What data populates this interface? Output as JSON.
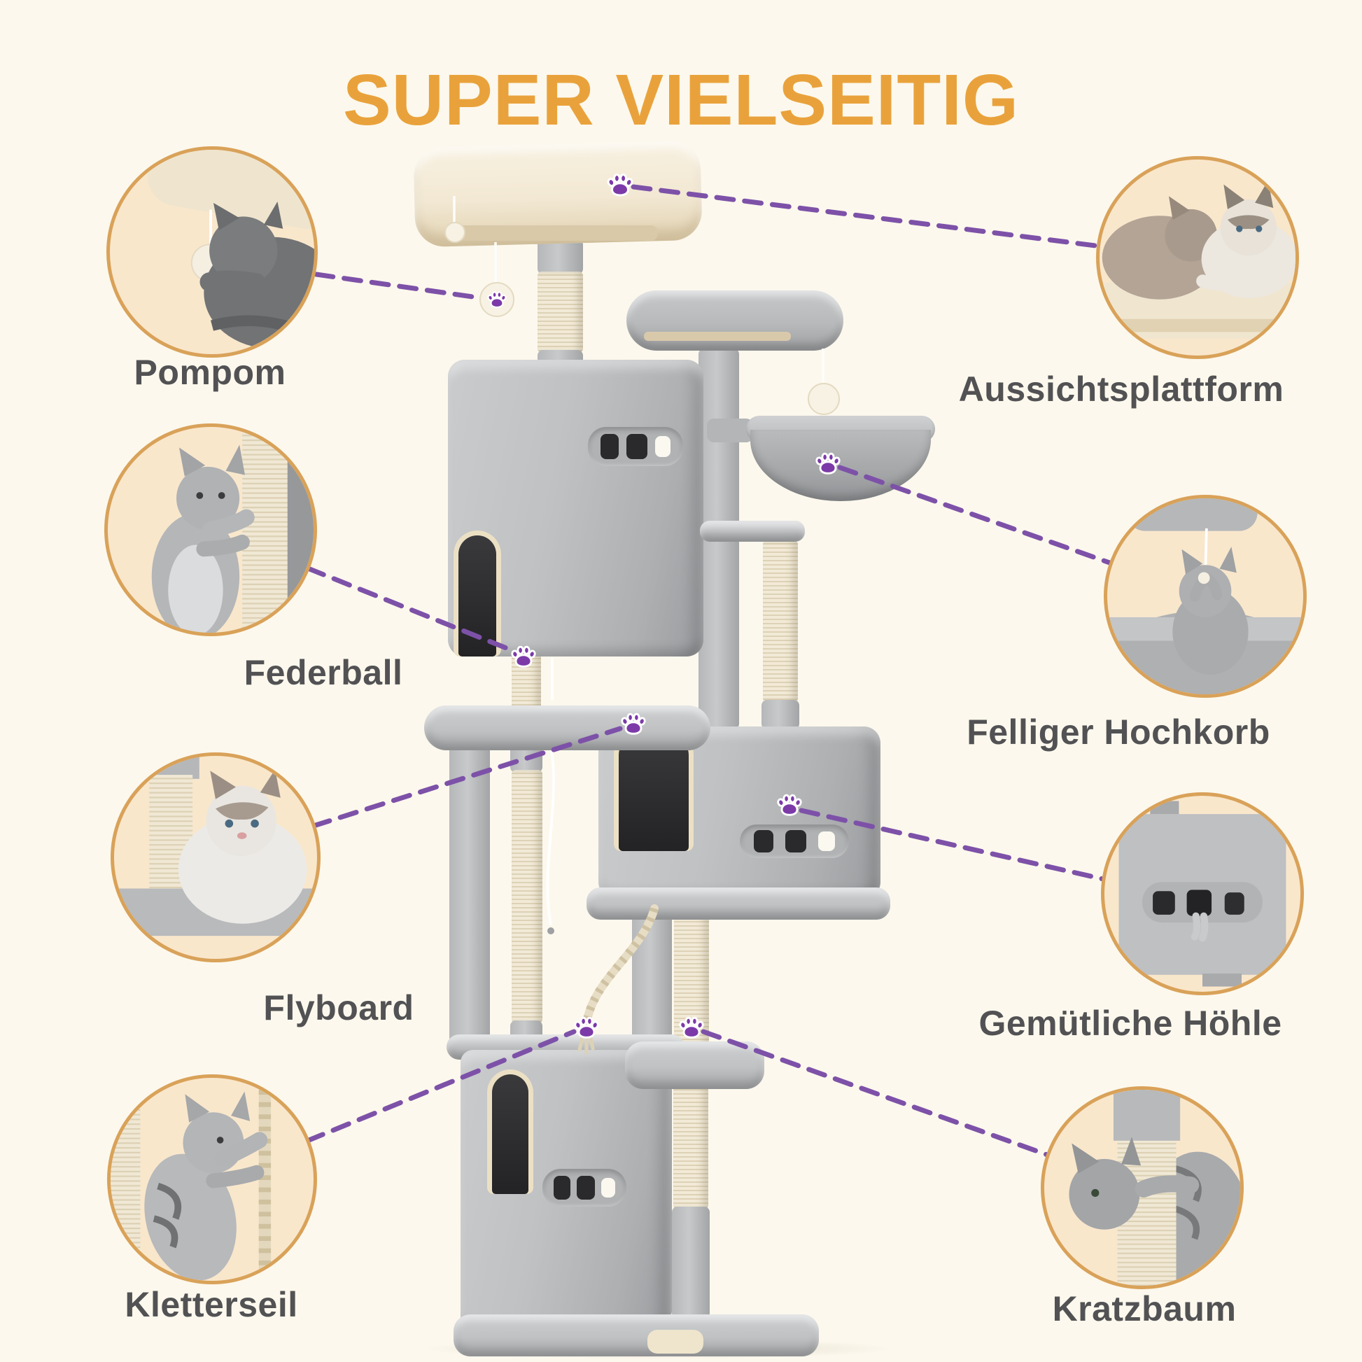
{
  "title": "SUPER VIELSEITIG",
  "callouts": {
    "left": [
      {
        "id": "pompom",
        "label": "Pompom"
      },
      {
        "id": "federball",
        "label": "Federball"
      },
      {
        "id": "flyboard",
        "label": "Flyboard"
      },
      {
        "id": "kletterseil",
        "label": "Kletterseil"
      }
    ],
    "right": [
      {
        "id": "aussichtsplattform",
        "label": "Aussichtsplattform"
      },
      {
        "id": "felliger-hochkorb",
        "label": "Felliger Hochkorb"
      },
      {
        "id": "gemuetliche-hoehle",
        "label": "Gemütliche Höhle"
      },
      {
        "id": "kratzbaum",
        "label": "Kratzbaum"
      }
    ]
  },
  "colors": {
    "background": "#fcf8ed",
    "accent_title": "#e9a23b",
    "connector": "#7d51a8",
    "paw": "#7c3aa8",
    "circle_border": "#d9a259",
    "circle_bg": "#f9e7cc",
    "label_text": "#525254",
    "plush": "#bfc1c3",
    "beige": "#f2e8d3",
    "trim": "#ece0c4",
    "hole": "#2a2a2c",
    "rope": "#e7ddc5"
  }
}
